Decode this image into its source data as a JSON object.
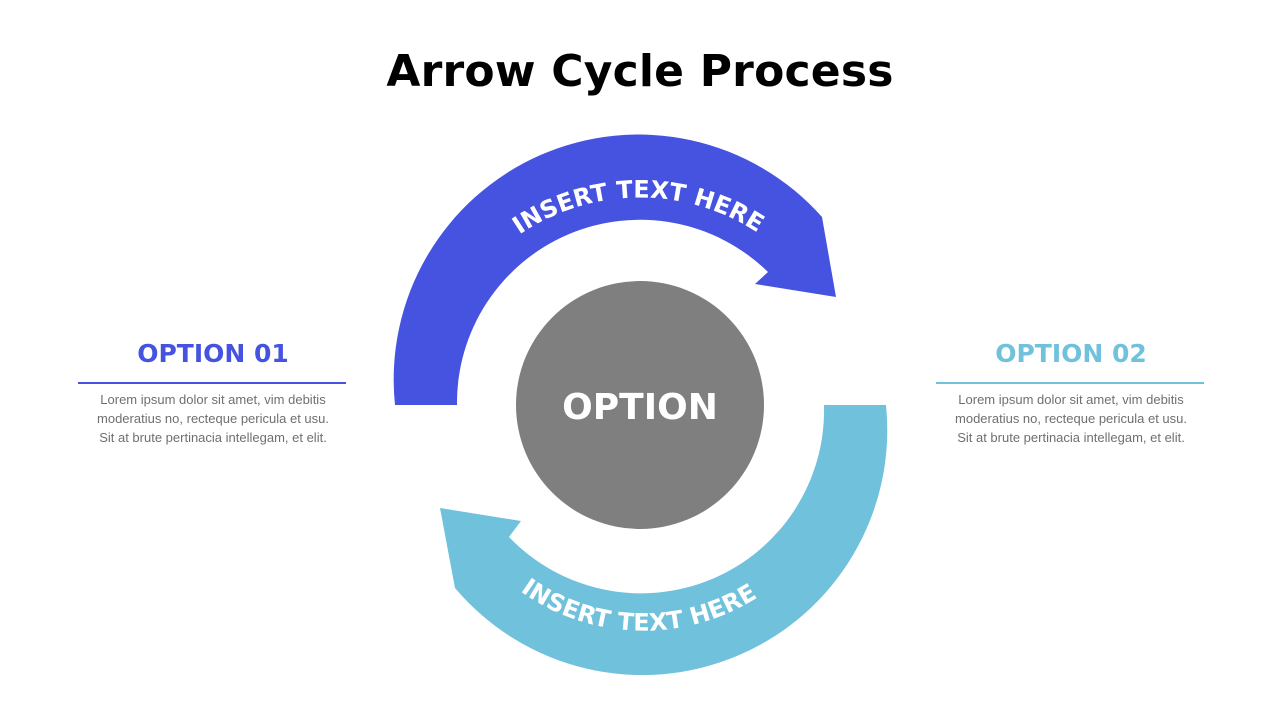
{
  "title": "Arrow Cycle Process",
  "colors": {
    "primary": "#4553e0",
    "secondary": "#70c1dc",
    "center": "#7f7f7f",
    "text_body": "#6f6f6f"
  },
  "center": {
    "label": "OPTION"
  },
  "arrows": [
    {
      "label": "INSERT TEXT HERE"
    },
    {
      "label": "INSERT TEXT HERE"
    }
  ],
  "options": [
    {
      "heading": "OPTION 01",
      "lines": [
        "Lorem ipsum dolor sit amet, vim debitis",
        "moderatius no, recteque pericula et usu.",
        "Sit at brute pertinacia intellegam, et elit."
      ]
    },
    {
      "heading": "OPTION 02",
      "lines": [
        "Lorem ipsum dolor sit amet, vim debitis",
        "moderatius no, recteque pericula et usu.",
        "Sit at brute pertinacia intellegam, et elit."
      ]
    }
  ]
}
